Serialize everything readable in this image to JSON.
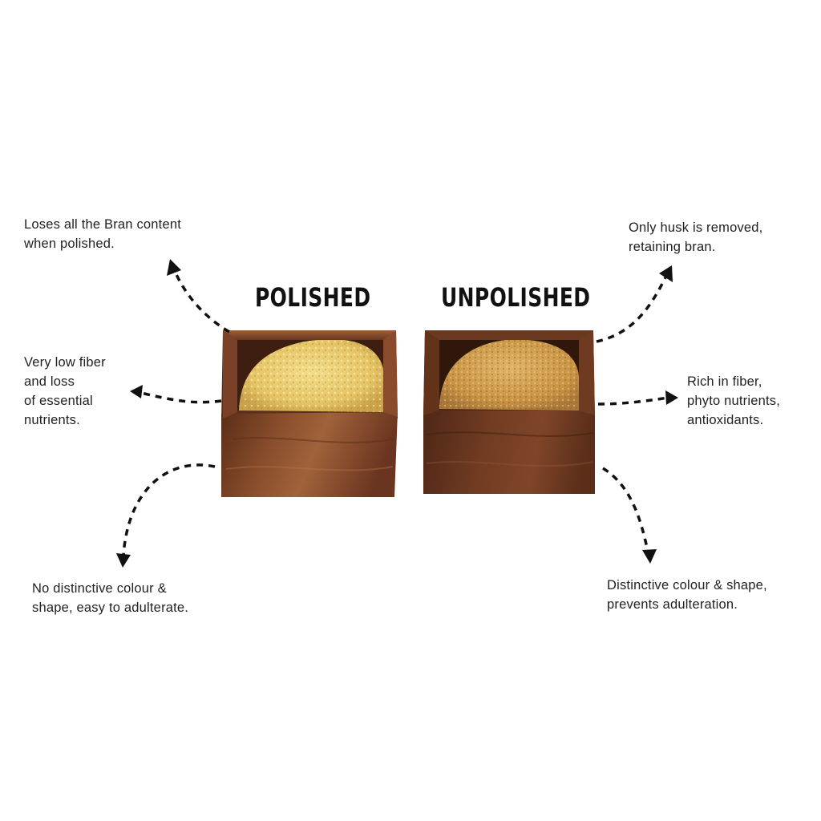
{
  "polished": {
    "heading": "POLISHED",
    "notes": {
      "bran": [
        "Loses all the Bran content",
        "when polished."
      ],
      "fiber": [
        "Very low fiber",
        "and loss",
        "of essential",
        "nutrients."
      ],
      "shape": [
        "No distinctive colour &",
        "shape, easy to adulterate."
      ]
    }
  },
  "unpolished": {
    "heading": "UNPOLISHED",
    "notes": {
      "bran": [
        "Only husk is removed,",
        "retaining bran."
      ],
      "fiber": [
        "Rich in fiber,",
        "phyto nutrients,",
        "antioxidants."
      ],
      "shape": [
        "Distinctive colour & shape,",
        "prevents adulteration."
      ]
    }
  },
  "colors": {
    "wood_dark": "#4a2616",
    "wood_mid": "#7a4428",
    "wood_light": "#9a5b36",
    "polished_grain": "#e8c96a",
    "unpolished_grain": "#cf9e4e",
    "arrow": "#111111"
  }
}
